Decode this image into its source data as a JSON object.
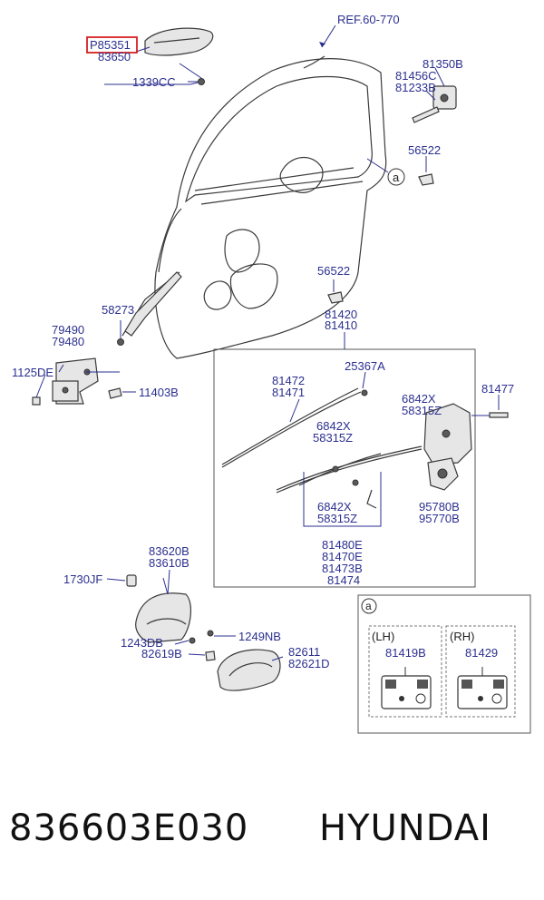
{
  "diagram": {
    "ref_label": "REF.60-770",
    "highlighted_part": "P85351",
    "labels": {
      "p83650": "83650",
      "p1339cc": "1339CC",
      "p81350b": "81350B",
      "p81456c": "81456C",
      "p81233b": "81233B",
      "p56522a": "56522",
      "callout_a": "a",
      "p56522b": "56522",
      "p58273": "58273",
      "p79490": "79490",
      "p79480": "79480",
      "p1125de": "1125DE",
      "p11403b": "11403B",
      "p81420": "81420",
      "p81410": "81410",
      "p81472": "81472",
      "p81471": "81471",
      "p25367a": "25367A",
      "p81477": "81477",
      "p6842x_a": "6842X",
      "p58315z_a": "58315Z",
      "p6842x_b": "6842X",
      "p58315z_b": "58315Z",
      "p6842x_c": "6842X",
      "p58315z_c": "58315Z",
      "p95780b": "95780B",
      "p95770b": "95770B",
      "p81480e": "81480E",
      "p81470e": "81470E",
      "p81473b": "81473B",
      "p81474": "81474",
      "p83620b": "83620B",
      "p83610b": "83610B",
      "p1730jf": "1730JF",
      "p1249nb": "1249NB",
      "p1243db": "1243DB",
      "p82619b": "82619B",
      "p82611": "82611",
      "p82621d": "82621D"
    },
    "inset": {
      "tag": "a",
      "lh_label": "(LH)",
      "rh_label": "(RH)",
      "lh_part": "81419B",
      "rh_part": "81429"
    }
  },
  "footer": {
    "part_number": "836603E030",
    "brand": "HYUNDAI"
  }
}
